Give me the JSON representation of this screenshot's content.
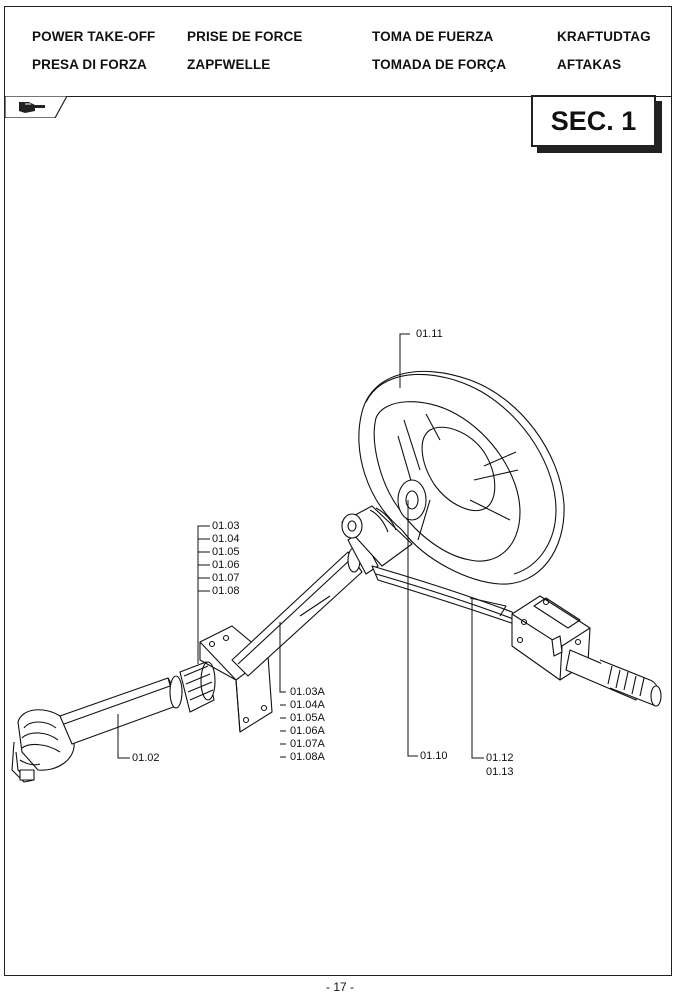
{
  "header": {
    "row1": [
      "POWER TAKE-OFF",
      "PRISE DE FORCE",
      "TOMA DE FUERZA",
      "KRAFTUDTAG"
    ],
    "row2": [
      "PRESA DI FORZA",
      "ZAPFWELLE",
      "TOMADA DE FORÇA",
      "AFTAKAS"
    ]
  },
  "section": {
    "label": "SEC. 1"
  },
  "callouts": {
    "c0111": "01.11",
    "group_a": [
      "01.03",
      "01.04",
      "01.05",
      "01.06",
      "01.07",
      "01.08"
    ],
    "group_b": [
      "01.03A",
      "01.04A",
      "01.05A",
      "01.06A",
      "01.07A",
      "01.08A"
    ],
    "c0102": "01.02",
    "c0110": "01.10",
    "c0112": "01.12",
    "c0113": "01.13"
  },
  "footer": {
    "page": "- 17 -"
  },
  "icons": {
    "tab": "hand-pointer-icon"
  }
}
